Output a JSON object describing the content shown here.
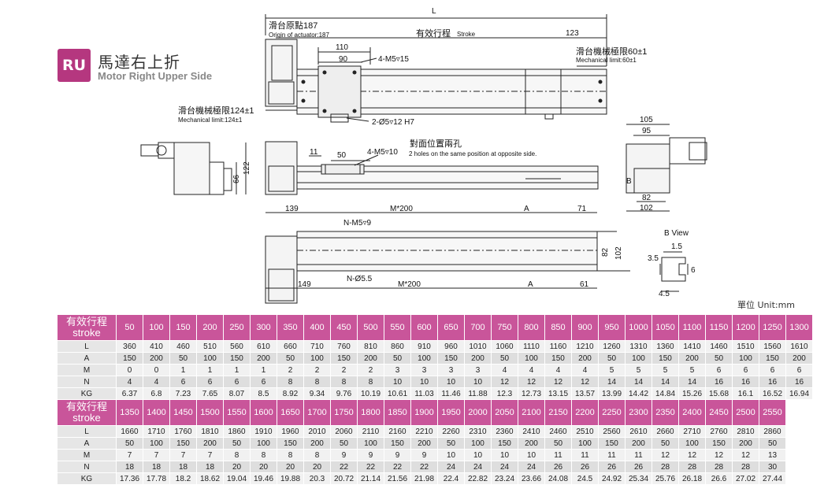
{
  "header": {
    "badge": "RU",
    "title_cn": "馬達右上折",
    "title_en": "Motor Right Upper Side"
  },
  "drawing": {
    "top_view": {
      "L": "L",
      "origin_cn": "滑台原點187",
      "origin_en": "Origin of actuator:187",
      "stroke_cn": "有效行程",
      "stroke_en": "Stroke",
      "d123": "123",
      "mech60_cn": "滑台機械極限60±1",
      "mech60_en": "Mechanical limit:60±1",
      "d110": "110",
      "d90": "90",
      "m5_15": "4-M5▿15",
      "mech124_cn": "滑台機械極限124±1",
      "mech124_en": "Mechanical limit:124±1",
      "pin": "2-Ø5▿12 H7"
    },
    "side_view": {
      "d11": "11",
      "d50": "50",
      "m5_10": "4-M5▿10",
      "opp_cn": "對面位置兩孔",
      "opp_en": "2 holes on the same position at opposite side.",
      "d122": "122",
      "d66": "66"
    },
    "end_view": {
      "d105": "105",
      "d95": "95",
      "d82": "82",
      "d102": "102",
      "b": "B"
    },
    "bottom_view": {
      "d139": "139",
      "m200a": "M*200",
      "A1": "A",
      "d71": "71",
      "nm5": "N-M5▿9",
      "n55": "N-Ø5.5",
      "m200b": "M*200",
      "d149": "149",
      "A2": "A",
      "d61": "61",
      "d82": "82",
      "d102": "102"
    },
    "b_view": {
      "title": "B View",
      "d15": "1.5",
      "d35": "3.5",
      "d6": "6",
      "d45": "4.5"
    }
  },
  "unit_label": "單位 Unit:mm",
  "tables": [
    {
      "header_cn": "有效行程",
      "header_en": "stroke",
      "strokes": [
        "50",
        "100",
        "150",
        "200",
        "250",
        "300",
        "350",
        "400",
        "450",
        "500",
        "550",
        "600",
        "650",
        "700",
        "750",
        "800",
        "850",
        "900",
        "950",
        "1000",
        "1050",
        "1100",
        "1150",
        "1200",
        "1250",
        "1300"
      ],
      "rows": [
        {
          "label": "L",
          "values": [
            "360",
            "410",
            "460",
            "510",
            "560",
            "610",
            "660",
            "710",
            "760",
            "810",
            "860",
            "910",
            "960",
            "1010",
            "1060",
            "1110",
            "1160",
            "1210",
            "1260",
            "1310",
            "1360",
            "1410",
            "1460",
            "1510",
            "1560",
            "1610"
          ]
        },
        {
          "label": "A",
          "values": [
            "150",
            "200",
            "50",
            "100",
            "150",
            "200",
            "50",
            "100",
            "150",
            "200",
            "50",
            "100",
            "150",
            "200",
            "50",
            "100",
            "150",
            "200",
            "50",
            "100",
            "150",
            "200",
            "50",
            "100",
            "150",
            "200"
          ]
        },
        {
          "label": "M",
          "values": [
            "0",
            "0",
            "1",
            "1",
            "1",
            "1",
            "2",
            "2",
            "2",
            "2",
            "3",
            "3",
            "3",
            "3",
            "4",
            "4",
            "4",
            "4",
            "5",
            "5",
            "5",
            "5",
            "6",
            "6",
            "6",
            "6"
          ]
        },
        {
          "label": "N",
          "values": [
            "4",
            "4",
            "6",
            "6",
            "6",
            "6",
            "8",
            "8",
            "8",
            "8",
            "10",
            "10",
            "10",
            "10",
            "12",
            "12",
            "12",
            "12",
            "14",
            "14",
            "14",
            "14",
            "16",
            "16",
            "16",
            "16"
          ]
        },
        {
          "label": "KG",
          "values": [
            "6.37",
            "6.8",
            "7.23",
            "7.65",
            "8.07",
            "8.5",
            "8.92",
            "9.34",
            "9.76",
            "10.19",
            "10.61",
            "11.03",
            "11.46",
            "11.88",
            "12.3",
            "12.73",
            "13.15",
            "13.57",
            "13.99",
            "14.42",
            "14.84",
            "15.26",
            "15.68",
            "16.1",
            "16.52",
            "16.94"
          ]
        }
      ]
    },
    {
      "header_cn": "有效行程",
      "header_en": "stroke",
      "strokes": [
        "1350",
        "1400",
        "1450",
        "1500",
        "1550",
        "1600",
        "1650",
        "1700",
        "1750",
        "1800",
        "1850",
        "1900",
        "1950",
        "2000",
        "2050",
        "2100",
        "2150",
        "2200",
        "2250",
        "2300",
        "2350",
        "2400",
        "2450",
        "2500",
        "2550"
      ],
      "rows": [
        {
          "label": "L",
          "values": [
            "1660",
            "1710",
            "1760",
            "1810",
            "1860",
            "1910",
            "1960",
            "2010",
            "2060",
            "2110",
            "2160",
            "2210",
            "2260",
            "2310",
            "2360",
            "2410",
            "2460",
            "2510",
            "2560",
            "2610",
            "2660",
            "2710",
            "2760",
            "2810",
            "2860"
          ]
        },
        {
          "label": "A",
          "values": [
            "50",
            "100",
            "150",
            "200",
            "50",
            "100",
            "150",
            "200",
            "50",
            "100",
            "150",
            "200",
            "50",
            "100",
            "150",
            "200",
            "50",
            "100",
            "150",
            "200",
            "50",
            "100",
            "150",
            "200",
            "50"
          ]
        },
        {
          "label": "M",
          "values": [
            "7",
            "7",
            "7",
            "7",
            "8",
            "8",
            "8",
            "8",
            "9",
            "9",
            "9",
            "9",
            "10",
            "10",
            "10",
            "10",
            "11",
            "11",
            "11",
            "11",
            "12",
            "12",
            "12",
            "12",
            "13"
          ]
        },
        {
          "label": "N",
          "values": [
            "18",
            "18",
            "18",
            "18",
            "20",
            "20",
            "20",
            "20",
            "22",
            "22",
            "22",
            "22",
            "24",
            "24",
            "24",
            "24",
            "26",
            "26",
            "26",
            "26",
            "28",
            "28",
            "28",
            "28",
            "30"
          ]
        },
        {
          "label": "KG",
          "values": [
            "17.36",
            "17.78",
            "18.2",
            "18.62",
            "19.04",
            "19.46",
            "19.88",
            "20.3",
            "20.72",
            "21.14",
            "21.56",
            "21.98",
            "22.4",
            "22.82",
            "23.24",
            "23.66",
            "24.08",
            "24.5",
            "24.92",
            "25.34",
            "25.76",
            "26.18",
            "26.6",
            "27.02",
            "27.44"
          ]
        }
      ]
    }
  ]
}
